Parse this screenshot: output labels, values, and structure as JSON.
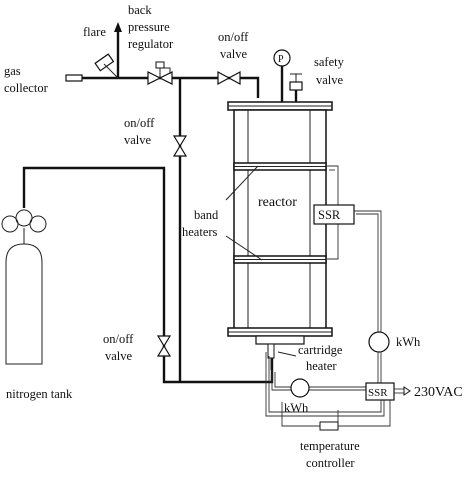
{
  "labels": {
    "flare": "flare",
    "back_pressure_1": "back",
    "back_pressure_2": "pressure",
    "back_pressure_3": "regulator",
    "valve_top_1": "on/off",
    "valve_top_2": "valve",
    "gas_collector_1": "gas",
    "gas_collector_2": "collector",
    "gauge": "P",
    "safety_valve_1": "safety",
    "safety_valve_2": "valve",
    "valve_mid_1": "on/off",
    "valve_mid_2": "valve",
    "reactor": "reactor",
    "band_heaters_1": "band",
    "band_heaters_2": "heaters",
    "ssr_top": "SSR",
    "kwh_top": "kWh",
    "valve_low_1": "on/off",
    "valve_low_2": "valve",
    "cartridge_heater_1": "cartridge",
    "cartridge_heater_2": "heater",
    "nitrogen_tank": "nitrogen tank",
    "kwh_bottom": "kWh",
    "ssr_bottom": "SSR",
    "power": "230VAC",
    "temp_controller_1": "temperature",
    "temp_controller_2": "controller"
  }
}
